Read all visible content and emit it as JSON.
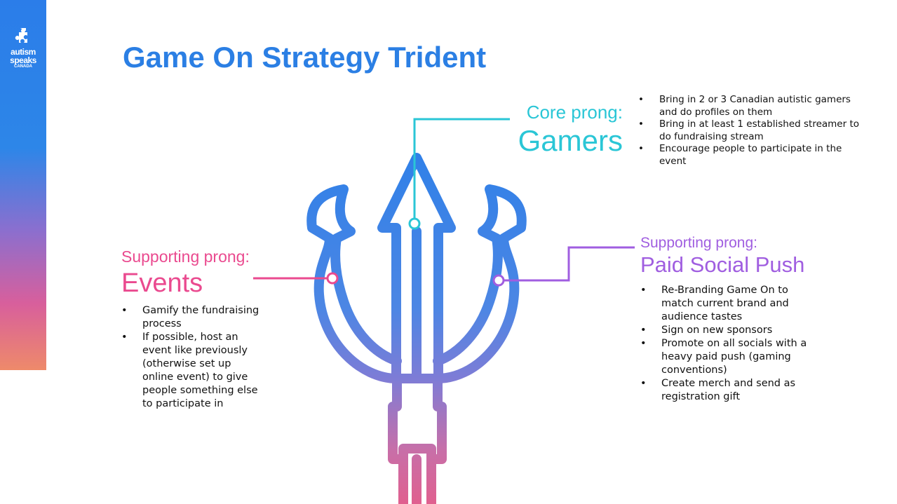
{
  "logo": {
    "line1": "autism",
    "line2": "speaks",
    "line3": "CANADA"
  },
  "title": "Game On Strategy Trident",
  "core": {
    "label": "Core prong:",
    "name": "Gamers",
    "bullets": [
      "Bring in 2 or 3 Canadian autistic gamers and do profiles on them",
      "Bring in at least 1 established streamer to do fundraising stream",
      "Encourage people to participate in the event"
    ]
  },
  "events": {
    "label": "Supporting prong:",
    "name": "Events",
    "bullets": [
      "Gamify the fundraising process",
      "If possible, host an event like previously (otherwise set up online event) to give people something else to participate in"
    ]
  },
  "paid": {
    "label": "Supporting prong:",
    "name": "Paid Social Push",
    "bullets": [
      "Re-Branding Game On to match current brand and audience tastes",
      "Sign on new sponsors",
      "Promote on all socials with a heavy paid push (gaming conventions)",
      "Create merch and send as registration gift"
    ]
  },
  "colors": {
    "title": "#2b7fe4",
    "core": "#2ac6d6",
    "events": "#ea4a8f",
    "paid": "#a05ee0",
    "trident_top": "#2f80e8",
    "trident_bottom": "#e0608f"
  },
  "icons": {
    "logo": "puzzle-piece-icon"
  }
}
